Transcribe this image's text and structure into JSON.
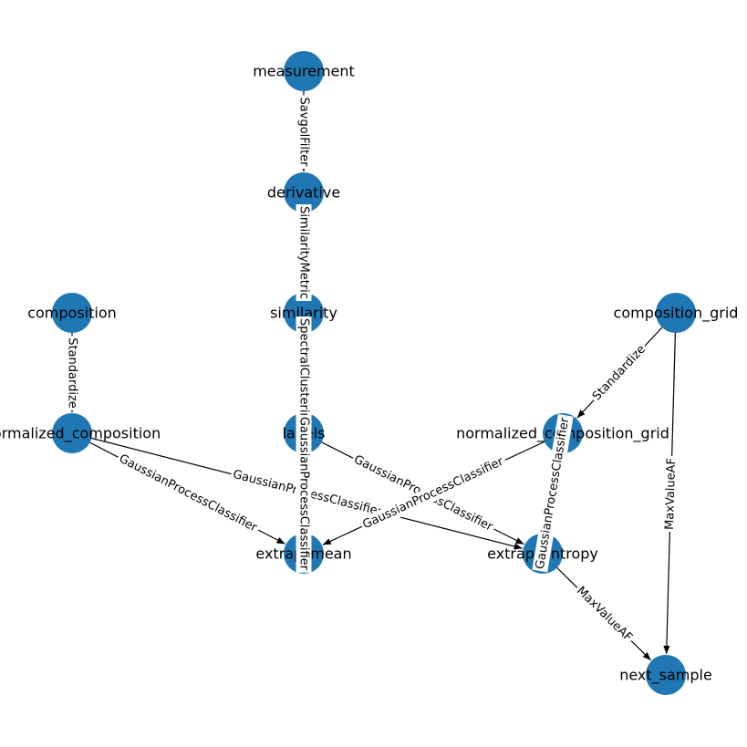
{
  "colors": {
    "node": "#1f77b4",
    "edge": "#000000",
    "label_bg": "#ffffff"
  },
  "nodes": [
    {
      "id": "measurement",
      "label": "measurement"
    },
    {
      "id": "derivative",
      "label": "derivative"
    },
    {
      "id": "similarity",
      "label": "similarity"
    },
    {
      "id": "labels",
      "label": "labels"
    },
    {
      "id": "composition",
      "label": "composition"
    },
    {
      "id": "normalized_composition",
      "label": "normalized_composition"
    },
    {
      "id": "composition_grid",
      "label": "composition_grid"
    },
    {
      "id": "normalized_composition_grid",
      "label": "normalized_composition_grid"
    },
    {
      "id": "extrap_mean",
      "label": "extrap_mean"
    },
    {
      "id": "extrap_entropy",
      "label": "extrap_entropy"
    },
    {
      "id": "next_sample",
      "label": "next_sample"
    }
  ],
  "edges": [
    {
      "source": "measurement",
      "target": "derivative",
      "label": "SavgolFilter"
    },
    {
      "source": "derivative",
      "target": "similarity",
      "label": "SimilarityMetric"
    },
    {
      "source": "similarity",
      "target": "labels",
      "label": "SpectralClustering"
    },
    {
      "source": "composition",
      "target": "normalized_composition",
      "label": "Standardize"
    },
    {
      "source": "composition_grid",
      "target": "normalized_composition_grid",
      "label": "Standardize"
    },
    {
      "source": "composition_grid",
      "target": "next_sample",
      "label": "MaxValueAF"
    },
    {
      "source": "normalized_composition",
      "target": "extrap_mean",
      "label": "GaussianProcessClassifier"
    },
    {
      "source": "normalized_composition",
      "target": "extrap_entropy",
      "label": "GaussianProcessClassifier"
    },
    {
      "source": "labels",
      "target": "extrap_mean",
      "label": "GaussianProcessClassifier"
    },
    {
      "source": "labels",
      "target": "extrap_entropy",
      "label": "GaussianProcessClassifier"
    },
    {
      "source": "normalized_composition_grid",
      "target": "extrap_mean",
      "label": "GaussianProcessClassifier"
    },
    {
      "source": "normalized_composition_grid",
      "target": "extrap_entropy",
      "label": "GaussianProcessClassifier"
    },
    {
      "source": "extrap_entropy",
      "target": "next_sample",
      "label": "MaxValueAF"
    }
  ]
}
